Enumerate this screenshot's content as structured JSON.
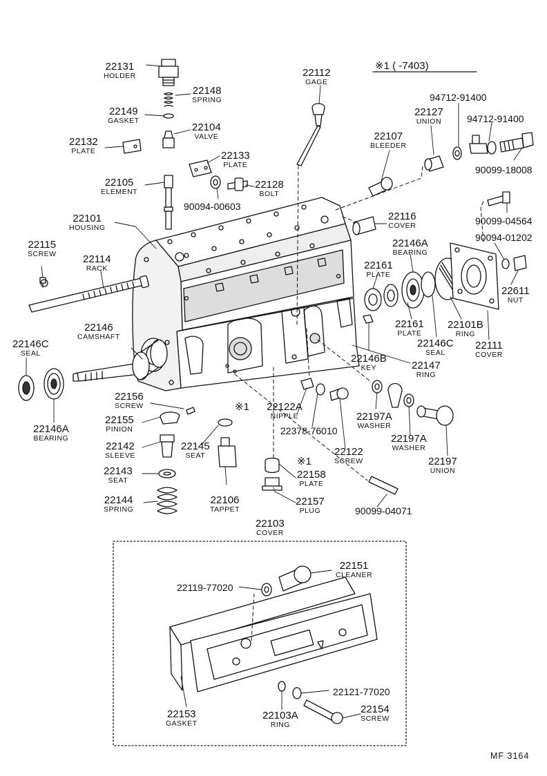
{
  "parts": [
    {
      "id": "p22131",
      "num": "22131",
      "name": "HOLDER"
    },
    {
      "id": "p22148",
      "num": "22148",
      "name": "SPRING"
    },
    {
      "id": "p22149",
      "num": "22149",
      "name": "GASKET"
    },
    {
      "id": "p22104",
      "num": "22104",
      "name": "VALVE"
    },
    {
      "id": "p22132",
      "num": "22132",
      "name": "PLATE"
    },
    {
      "id": "p22133",
      "num": "22133",
      "name": "PLATE"
    },
    {
      "id": "p22105",
      "num": "22105",
      "name": "ELEMENT"
    },
    {
      "id": "p22128",
      "num": "22128",
      "name": "BOLT"
    },
    {
      "id": "p22101",
      "num": "22101",
      "name": "HOUSING"
    },
    {
      "id": "p22115",
      "num": "22115",
      "name": "SCREW"
    },
    {
      "id": "p22114",
      "num": "22114",
      "name": "RACK"
    },
    {
      "id": "p22146",
      "num": "22146",
      "name": "CAMSHAFT"
    },
    {
      "id": "p22146C_l",
      "num": "22146C",
      "name": "SEAL"
    },
    {
      "id": "p22146A_l",
      "num": "22146A",
      "name": "BEARING"
    },
    {
      "id": "p22112",
      "num": "22112",
      "name": "GAGE"
    },
    {
      "id": "p22107",
      "num": "22107",
      "name": "BLEEDER"
    },
    {
      "id": "p22127",
      "num": "22127",
      "name": "UNION"
    },
    {
      "id": "p22116",
      "num": "22116",
      "name": "COVER"
    },
    {
      "id": "p22146A_r",
      "num": "22146A",
      "name": "BEARING"
    },
    {
      "id": "p22161_t",
      "num": "22161",
      "name": "PLATE"
    },
    {
      "id": "p22161_b",
      "num": "22161",
      "name": "PLATE"
    },
    {
      "id": "p22101B",
      "num": "22101B",
      "name": "RING"
    },
    {
      "id": "p22146C_r",
      "num": "22146C",
      "name": "SEAL"
    },
    {
      "id": "p22111",
      "num": "22111",
      "name": "COVER"
    },
    {
      "id": "p22611",
      "num": "22611",
      "name": "NUT"
    },
    {
      "id": "p22146B",
      "num": "22146B",
      "name": "KEY"
    },
    {
      "id": "p22147",
      "num": "22147",
      "name": "RING"
    },
    {
      "id": "p22156",
      "num": "22156",
      "name": "SCREW"
    },
    {
      "id": "p22155",
      "num": "22155",
      "name": "PINION"
    },
    {
      "id": "p22142",
      "num": "22142",
      "name": "SLEEVE"
    },
    {
      "id": "p22143",
      "num": "22143",
      "name": "SEAT"
    },
    {
      "id": "p22144",
      "num": "22144",
      "name": "SPRING"
    },
    {
      "id": "p22145",
      "num": "22145",
      "name": "SEAT"
    },
    {
      "id": "p22106",
      "num": "22106",
      "name": "TAPPET"
    },
    {
      "id": "p22122A",
      "num": "22122A",
      "name": "NIPPLE"
    },
    {
      "id": "p22122",
      "num": "22122",
      "name": "SCREW"
    },
    {
      "id": "p22197A_a",
      "num": "22197A",
      "name": "WASHER"
    },
    {
      "id": "p22197A_b",
      "num": "22197A",
      "name": "WASHER"
    },
    {
      "id": "p22197",
      "num": "22197",
      "name": "UNION"
    },
    {
      "id": "p22158",
      "num": "22158",
      "name": "PLATE"
    },
    {
      "id": "p22157",
      "num": "22157",
      "name": "PLUG"
    },
    {
      "id": "p22103",
      "num": "22103",
      "name": "COVER"
    },
    {
      "id": "p22151",
      "num": "22151",
      "name": "CLEANER"
    },
    {
      "id": "p22153",
      "num": "22153",
      "name": "GASKET"
    },
    {
      "id": "p22103A",
      "num": "22103A",
      "name": "RING"
    },
    {
      "id": "p22154",
      "num": "22154",
      "name": "SCREW"
    }
  ],
  "codes": {
    "c94712_a": "94712-91400",
    "c94712_b": "94712-91400",
    "c90099_18008": "90099-18008",
    "c90094_00603": "90094-00603",
    "c90099_04564": "90099-04564",
    "c90094_01202": "90094-01202",
    "c22378": "22378-76010",
    "c90099_04071": "90099-04071",
    "c22119": "22119-77020",
    "c22121": "22121-77020"
  },
  "notes": {
    "header": "※1 (      -7403)",
    "n1_nipple": "※1",
    "n1_plate": "※1"
  },
  "figure_id": "MF  3164"
}
